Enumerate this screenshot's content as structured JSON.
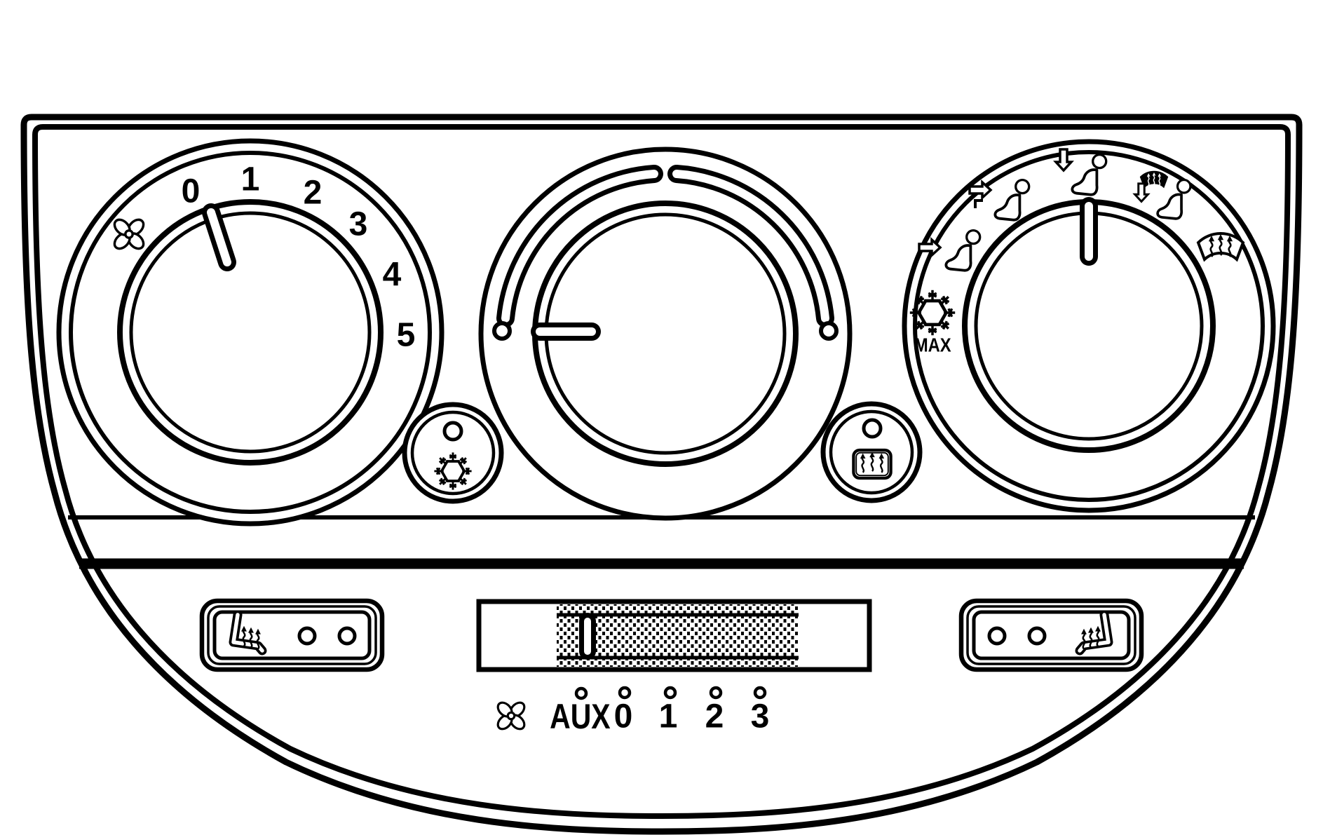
{
  "panel": {
    "type": "car-climate-control-panel",
    "colors": {
      "line": "#000000",
      "background": "#ffffff"
    },
    "fan_dial": {
      "name": "fan-speed-dial",
      "icon": "fan-icon",
      "labels": [
        "0",
        "1",
        "2",
        "3",
        "4",
        "5"
      ],
      "pointer": "between 0 and 1"
    },
    "temp_dial": {
      "name": "temperature-dial",
      "track": "arc with end dots, gap at top",
      "pointer": "pointing left toward cold end dot"
    },
    "mode_dial": {
      "name": "air-distribution-dial",
      "max_label": "MAX",
      "icons": [
        "snowflake-max-ac-icon",
        "panel-vent-person-icon",
        "bilevel-vent-person-icon",
        "floor-vent-person-icon",
        "floor-defrost-person-icon",
        "windshield-defrost-icon"
      ],
      "pointer": "pointing up at floor-vent position"
    },
    "ac_button": {
      "icon": "snowflake-icon",
      "led": "indicator-dot"
    },
    "rear_defrost_button": {
      "icon": "rear-window-defrost-icon",
      "led": "indicator-dot"
    },
    "seat_heater_left": {
      "icon": "heated-seat-left-icon",
      "indicator_dots": 2
    },
    "seat_heater_right": {
      "icon": "heated-seat-right-icon",
      "indicator_dots": 2
    },
    "aux_fan_slider": {
      "icon": "fan-icon",
      "labels": [
        "AUX",
        "0",
        "1",
        "2",
        "3"
      ],
      "grip": "stippled slider grip with index slot near AUX position"
    }
  }
}
